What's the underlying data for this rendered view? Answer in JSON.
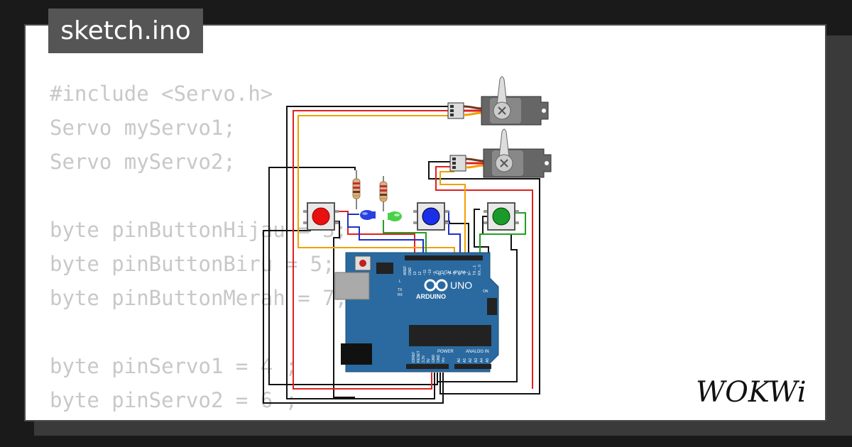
{
  "header": {
    "filename": "sketch.ino"
  },
  "code_lines": [
    "#include <Servo.h>",
    "Servo myServo1;",
    "Servo myServo2;",
    "",
    "byte pinButtonHijau = 3;",
    "byte pinButtonBiru = 5;",
    "byte pinButtonMerah = 7;",
    "",
    "byte pinServo1 = 4 ;",
    "byte pinServo2 = 6 ;"
  ],
  "board": {
    "brand": "ARDUINO",
    "model": "UNO",
    "digital_label": "DIGITAL (PWM ~)",
    "power_label": "POWER",
    "analog_label": "ANALOG IN",
    "on_label": "ON",
    "l_label": "L",
    "tx_label": "TX",
    "rx_label": "RX",
    "top_pins": [
      "AREF",
      "GND",
      "13",
      "12",
      "~11",
      "~10",
      "~9",
      "8",
      "7",
      "~6",
      "~5",
      "4",
      "~3",
      "2",
      "TX→1",
      "RX←0"
    ],
    "power_pins": [
      "IOREF",
      "RESET",
      "3.3V",
      "5V",
      "GND",
      "GND",
      "Vin"
    ],
    "analog_pins": [
      "A0",
      "A1",
      "A2",
      "A3",
      "A4",
      "A5"
    ]
  },
  "brand_logo": "WOKWi",
  "colors": {
    "board": "#2a6aa0",
    "wire_black": "#111111",
    "wire_red": "#e02020",
    "wire_orange": "#f0a000",
    "wire_blue": "#1f30c8",
    "wire_green": "#22a022",
    "btn_red": "#e81010",
    "btn_blue": "#1a30e8",
    "btn_green": "#1a9a2a"
  }
}
